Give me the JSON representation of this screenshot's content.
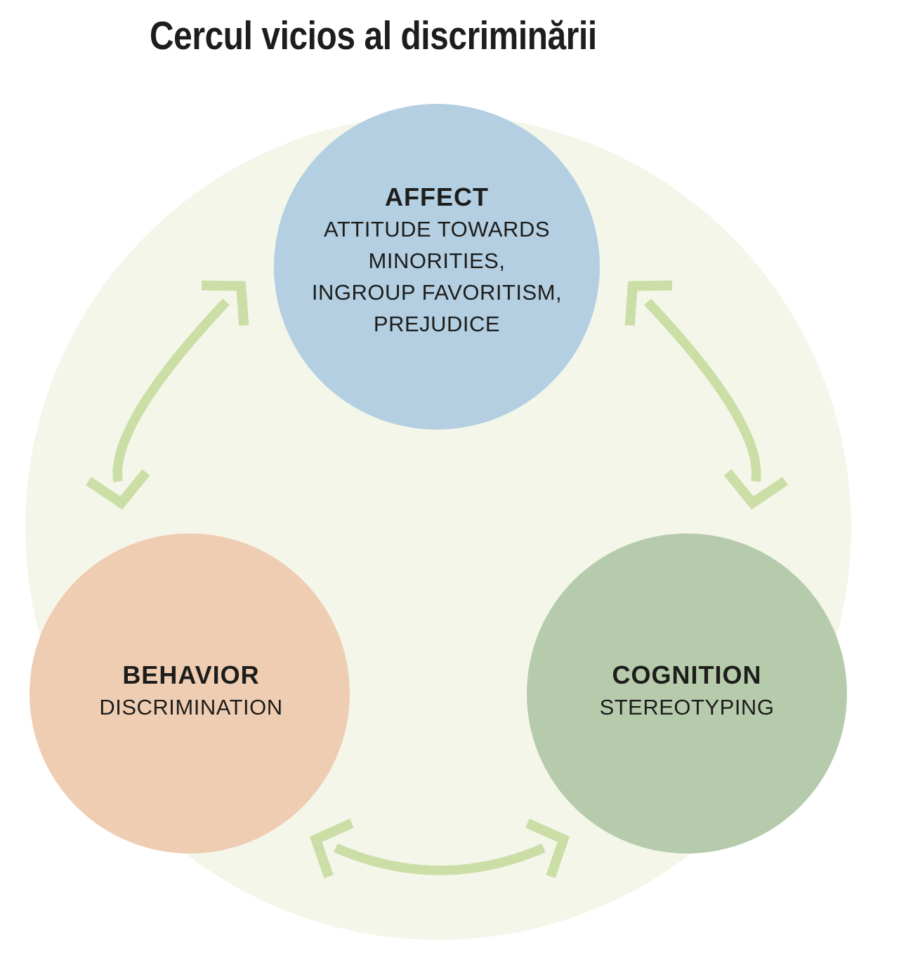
{
  "title": "Cercul vicios al discriminării",
  "nodes": {
    "affect": {
      "label": "AFFECT",
      "lines": [
        "ATTITUDE TOWARDS",
        "MINORITIES,",
        "INGROUP FAVORITISM,",
        "PREJUDICE"
      ]
    },
    "behavior": {
      "label": "BEHAVIOR",
      "lines": [
        "DISCRIMINATION"
      ]
    },
    "cognition": {
      "label": "COGNITION",
      "lines": [
        "STEREOTYPING"
      ]
    }
  },
  "relations": [
    {
      "from": "AFFECT",
      "to": "BEHAVIOR",
      "bidirectional": true
    },
    {
      "from": "AFFECT",
      "to": "COGNITION",
      "bidirectional": true
    },
    {
      "from": "BEHAVIOR",
      "to": "COGNITION",
      "bidirectional": true
    }
  ],
  "colors": {
    "affect_circle": "#b4cfe2",
    "behavior_circle": "#efcdb3",
    "cognition_circle": "#b6cbac",
    "background_circle": "#f3f6e9",
    "arrow": "#cbdea5",
    "text": "#1d1d1b"
  }
}
